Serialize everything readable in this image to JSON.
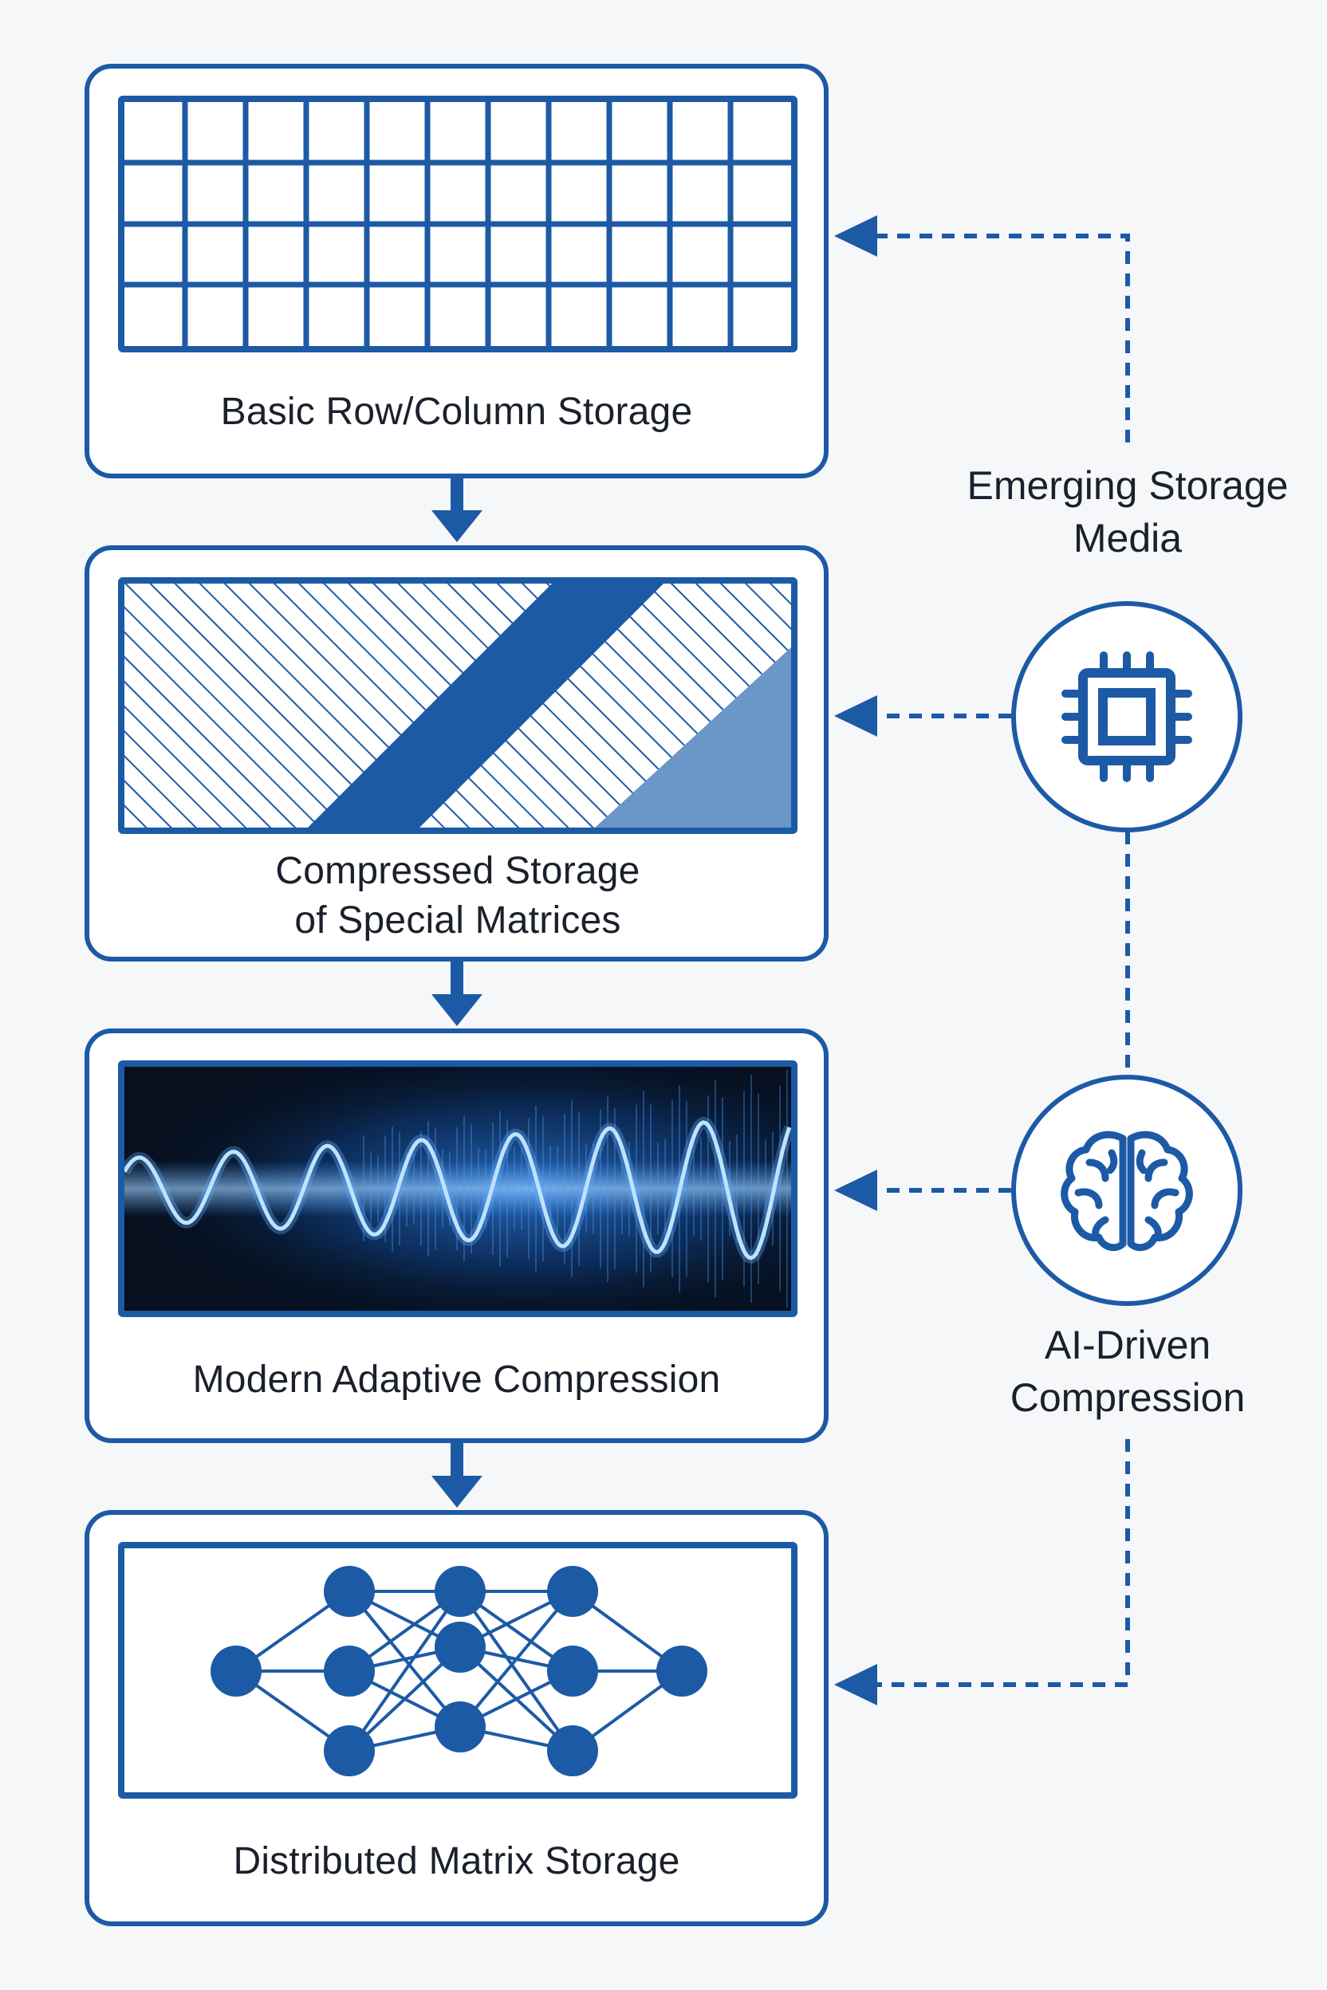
{
  "colors": {
    "primary": "#1c5aa5",
    "accent": "#6a96c8",
    "background": "#f6f7f9",
    "wave_background": "#06101f",
    "wave_glow": "#8fc6ff"
  },
  "stages": [
    {
      "label": "Basic Row/Column Storage",
      "illustration": "grid-matrix-icon"
    },
    {
      "label": "Compressed Storage of Special Matrices",
      "illustration": "banded-matrix-icon"
    },
    {
      "label": "Modern Adaptive Compression",
      "illustration": "waveform-icon"
    },
    {
      "label": "Distributed Matrix Storage",
      "illustration": "network-graph-icon"
    }
  ],
  "influences": [
    {
      "label": "Emerging Storage Media",
      "icon": "microchip-icon"
    },
    {
      "label": "AI-Driven Compression",
      "icon": "brain-icon"
    }
  ]
}
